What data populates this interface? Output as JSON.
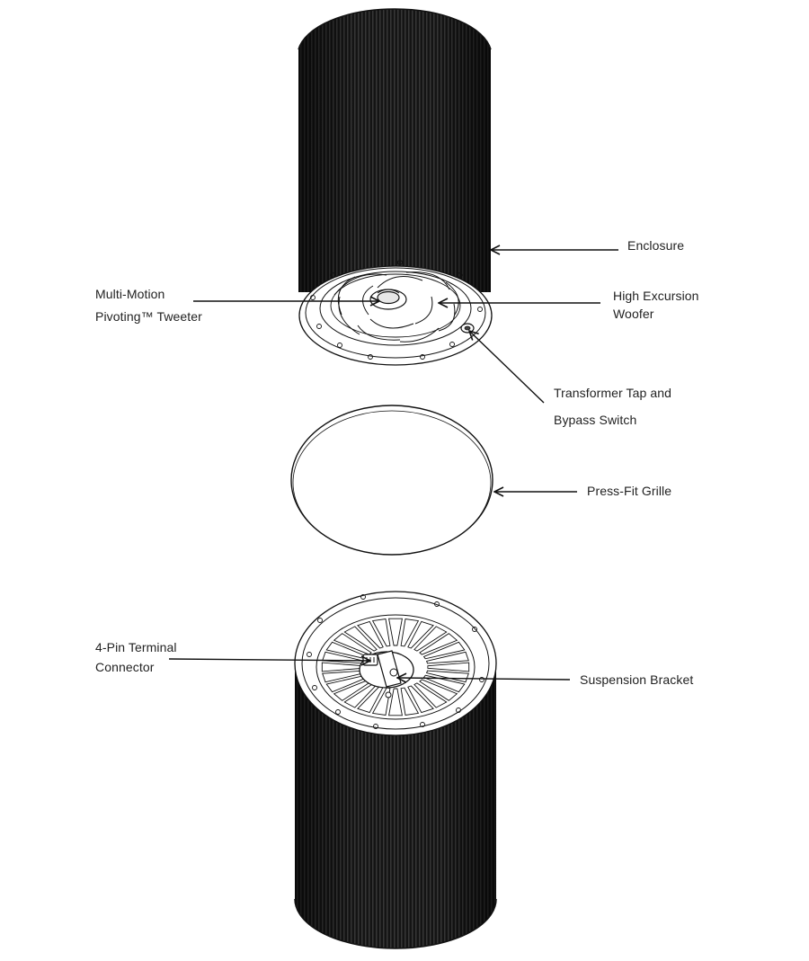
{
  "labels": {
    "enclosure": "Enclosure",
    "tweeter_line1": "Multi-Motion",
    "tweeter_line2": "Pivoting™ Tweeter",
    "woofer_line1": "High Excursion",
    "woofer_line2": "Woofer",
    "transformer_line1": "Transformer Tap and",
    "transformer_line2": "Bypass Switch",
    "grille": "Press-Fit Grille",
    "terminal_line1": "4-Pin Terminal",
    "terminal_line2": "Connector",
    "bracket": "Suspension Bracket"
  },
  "colors": {
    "ink": "#111111",
    "label_text": "#222222",
    "background": "#ffffff"
  }
}
